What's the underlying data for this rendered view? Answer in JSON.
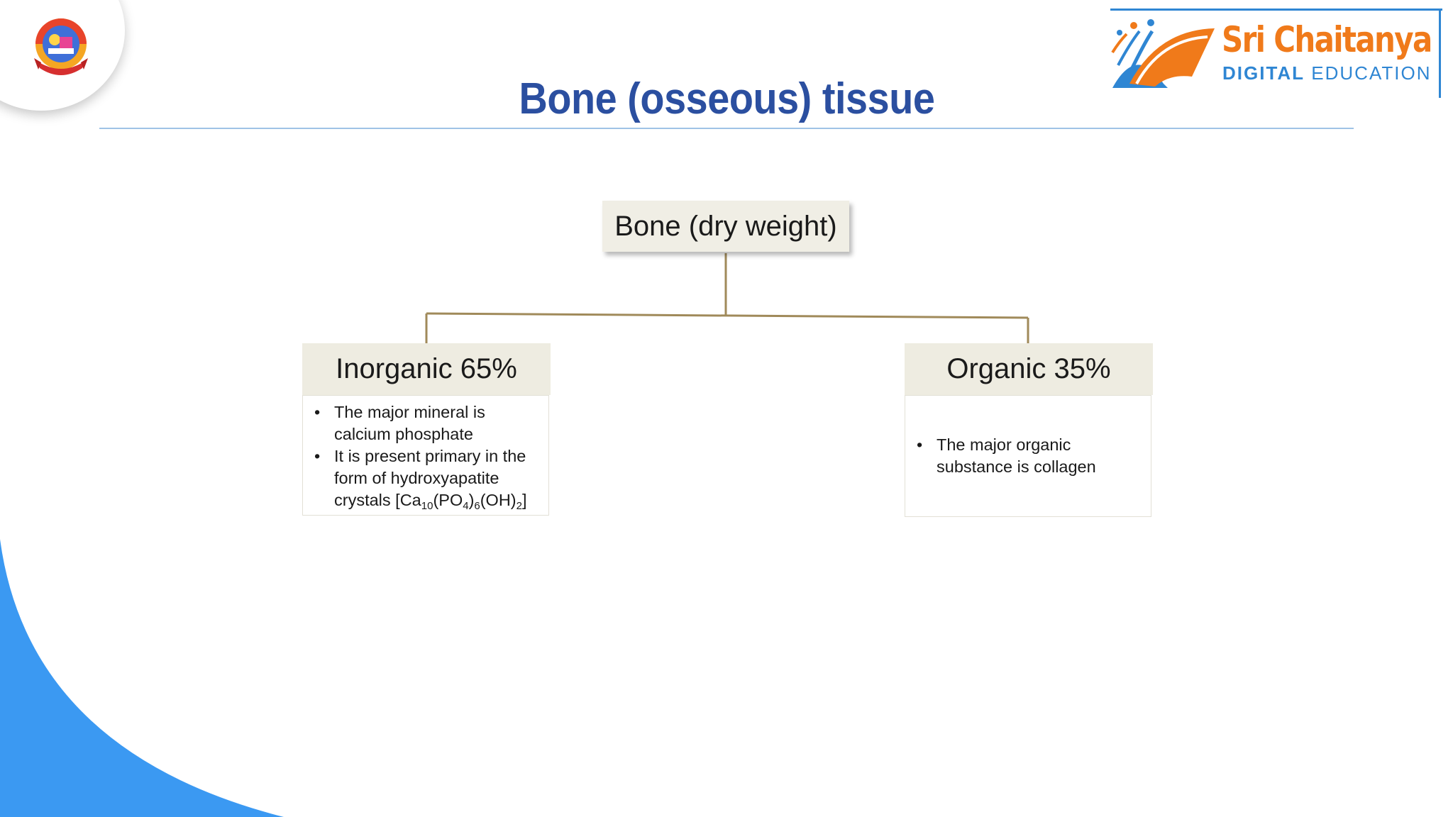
{
  "page": {
    "title": "Bone (osseous) tissue"
  },
  "brand": {
    "name": "Sri Chaitanya",
    "subtitle_bold": "DIGITAL",
    "subtitle_rest": " EDUCATION",
    "colors": {
      "orange": "#f07a1a",
      "blue": "#2f86d3"
    }
  },
  "diagram": {
    "root": {
      "label": "Bone (dry weight)"
    },
    "left": {
      "label": "Inorganic 65%",
      "bullets": [
        {
          "text": "The major mineral is calcium phosphate"
        },
        {
          "text_prefix": "It is present primary in the form of hydroxyapatite crystals [Ca",
          "sub1": "10",
          "mid1": "(PO",
          "sub2": "4",
          "mid2": ")",
          "sub3": "6",
          "mid3": "(OH)",
          "sub4": "2",
          "suffix": "]"
        }
      ]
    },
    "right": {
      "label": "Organic 35%",
      "bullets": [
        {
          "text": "The major organic substance is collagen"
        }
      ]
    },
    "colors": {
      "connector": "#a08a5a",
      "node_fill": "#eeece1"
    }
  },
  "decor": {
    "corner_color": "#3b99f2",
    "title_color": "#2b4fa0",
    "icons": [
      "institution-emblem-icon",
      "open-book-logo-icon"
    ]
  }
}
